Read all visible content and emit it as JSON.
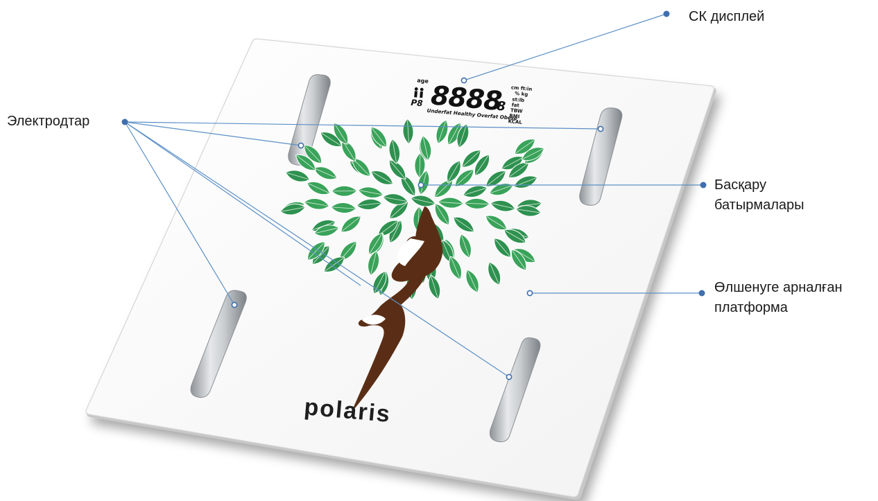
{
  "callouts": {
    "display": "СК дисплей",
    "electrodes": "Электродтар",
    "controls_line1": "Басқару",
    "controls_line2": "батырмалары",
    "platform_line1": "Өлшенуге арналған",
    "platform_line2": "платформа"
  },
  "lcd": {
    "digits": "8888",
    "decimal": "8",
    "prefix": "P8",
    "age": "age",
    "scale_labels": "Underfat Healthy Overfat Obese",
    "units_1": "cm ft:in",
    "units_2": "% kg",
    "units_3": "st:lb",
    "units_4": "fat",
    "units_5": "TBW",
    "units_6": "BMI",
    "units_7": "KCAL"
  },
  "brand": {
    "logo_text": "polaris"
  },
  "colors": {
    "leader_line": "#5b8fc6",
    "dot": "#3f6fae",
    "leaf": "#3aa35a",
    "trunk": "#5a2e16",
    "electrode": "#b8bcc0"
  }
}
